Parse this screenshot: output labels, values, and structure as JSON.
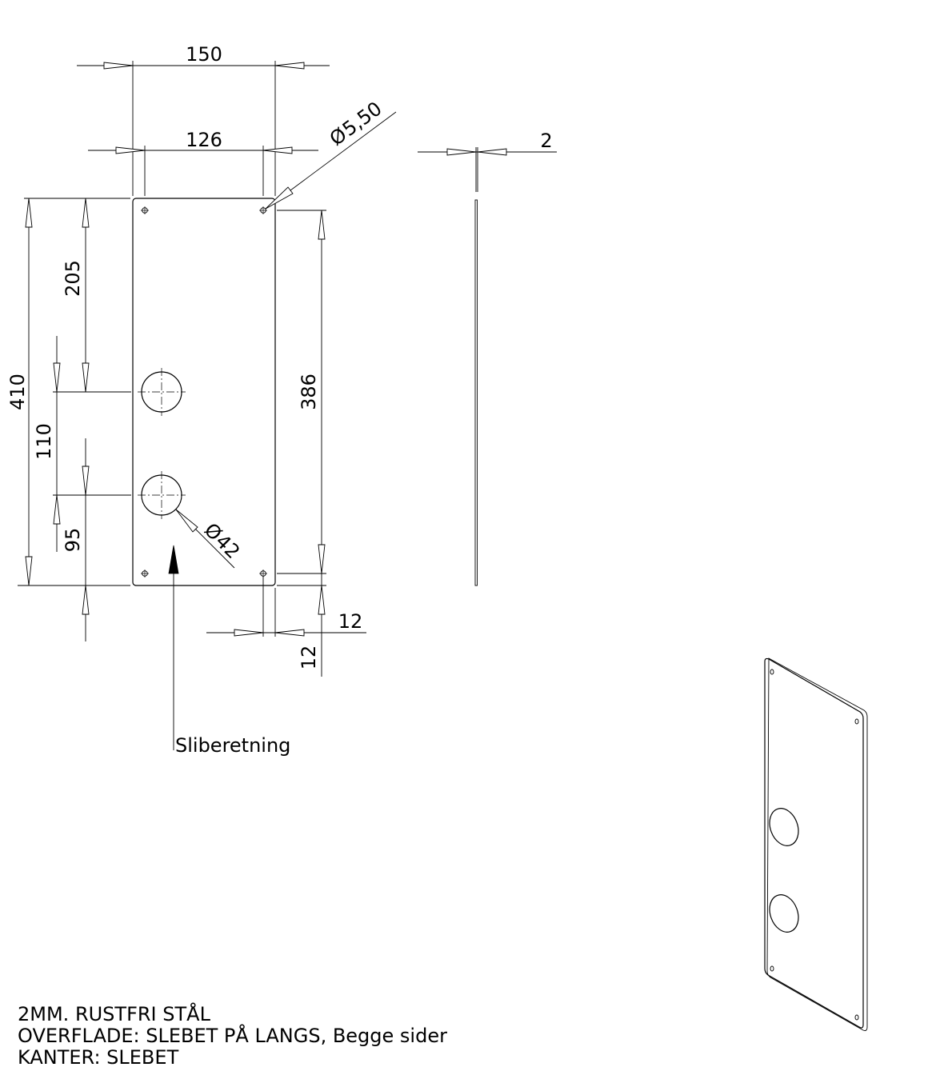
{
  "dimensions": {
    "overall_width": "150",
    "hole_spacing_horizontal": "126",
    "small_hole_diameter": "5,50",
    "thickness": "2",
    "overall_height": "410",
    "hole_spacing_vertical": "386",
    "top_to_upper_hole": "205",
    "hole_to_hole": "110",
    "bottom_to_lower_hole": "95",
    "large_hole_diameter": "42",
    "edge_offset_horizontal": "12",
    "edge_offset_vertical": "12",
    "diameter_symbol": "Ø"
  },
  "labels": {
    "grinding_direction": "Sliberetning"
  },
  "notes": [
    "2MM. RUSTFRI STÅL",
    "OVERFLADE: SLEBET PÅ LANGS, Begge sider",
    "KANTER: SLEBET"
  ]
}
